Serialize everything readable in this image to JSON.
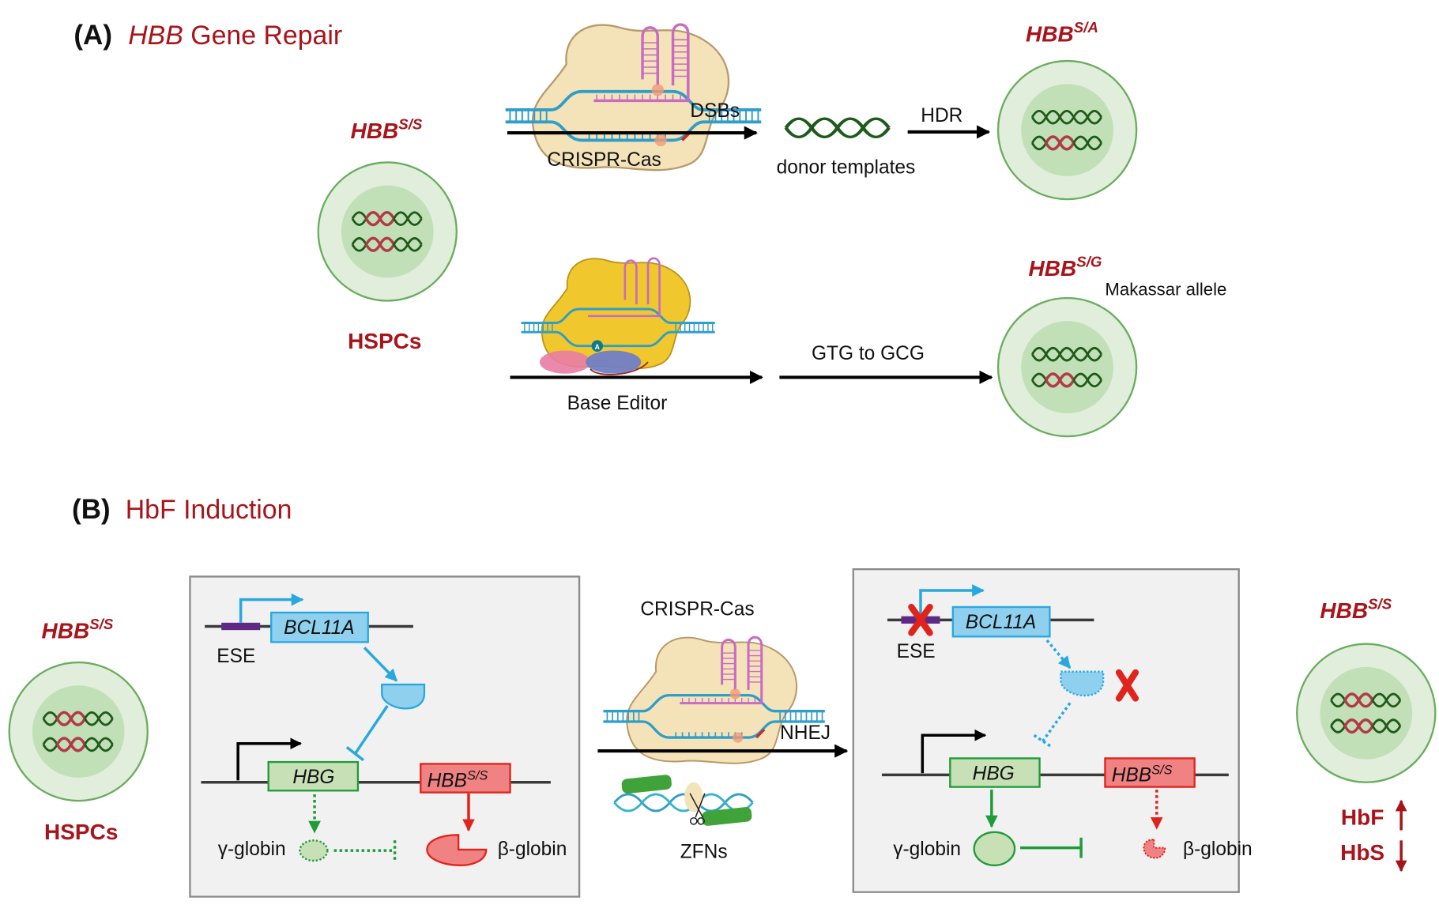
{
  "figure": {
    "panel_a": {
      "letter": "(A)",
      "title_italic": "HBB",
      "title_rest": " Gene Repair",
      "start_cell": {
        "genotype": "HBB",
        "genotype_sup": "S/S",
        "label": "HSPCs"
      },
      "hdr_path": {
        "tool_label": "CRISPR-Cas",
        "dsb_label": "DSBs",
        "donor_label": "donor templates",
        "hdr_label": "HDR",
        "result_genotype": "HBB",
        "result_sup": "S/A"
      },
      "base_edit_path": {
        "tool_label": "Base Editor",
        "edit_label": "GTG to GCG",
        "result_genotype": "HBB",
        "result_sup": "S/G",
        "allele_label": "Makassar allele",
        "adenine_marker": "A"
      }
    },
    "panel_b": {
      "letter": "(B)",
      "title": "HbF Induction",
      "start_cell": {
        "genotype": "HBB",
        "genotype_sup": "S/S",
        "label": "HSPCs"
      },
      "before_box": {
        "ese_label": "ESE",
        "bcl11a_label": "BCL11A",
        "hbg_label": "HBG",
        "hbb_label": "HBB",
        "hbb_sup": "S/S",
        "gamma_label": "γ-globin",
        "beta_label": "β-globin"
      },
      "editing": {
        "crispr_label": "CRISPR-Cas",
        "nhej_label": "NHEJ",
        "zfn_label": "ZFNs"
      },
      "after_box": {
        "ese_label": "ESE",
        "bcl11a_label": "BCL11A",
        "hbg_label": "HBG",
        "hbb_label": "HBB",
        "hbb_sup": "S/S",
        "gamma_label": "γ-globin",
        "beta_label": "β-globin"
      },
      "end_cell": {
        "genotype": "HBB",
        "genotype_sup": "S/S",
        "hbf_label": "HbF",
        "hbf_direction": "up",
        "hbs_label": "HbS",
        "hbs_direction": "down"
      }
    },
    "colors": {
      "title_red": "#a8141a",
      "cell_outer": "#e1eedb",
      "cell_border": "#6aad5e",
      "nucleus": "#c2e0b8",
      "dna_green": "#1e5a1a",
      "dna_mutant": "#b23a48",
      "cas_body": "#f4e3b9",
      "base_editor_body": "#f0c72c",
      "dna_blue": "#2f9ec9",
      "grna_pink": "#c76bc4",
      "bcl11a_fill": "#8fd0ef",
      "bcl11a_line": "#29a8e0",
      "hbg_fill": "#c7e0b6",
      "hbg_line": "#1f9b3a",
      "hbb_fill": "#f08283",
      "hbb_line": "#e0241c",
      "ese_purple": "#5f2a86",
      "box_fill": "#f1f1f1",
      "box_border": "#8a8a8a",
      "x_red": "#e0241c"
    }
  }
}
